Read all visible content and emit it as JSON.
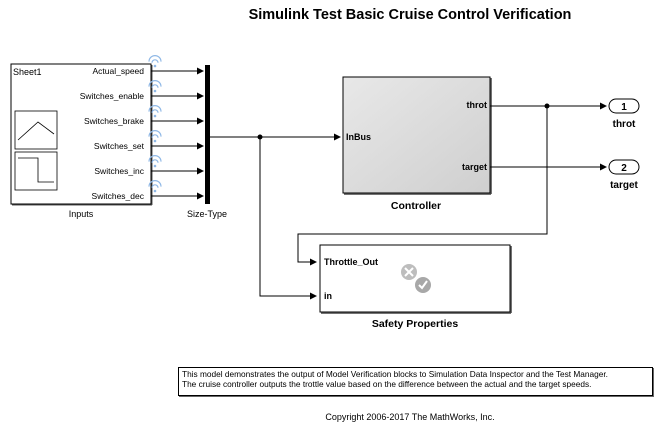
{
  "title": "Simulink Test Basic Cruise Control Verification",
  "inputs_block": {
    "sheet_label": "Sheet1",
    "name": "Inputs",
    "signals": [
      "Actual_speed",
      "Switches_enable",
      "Switches_brake",
      "Switches_set",
      "Switches_inc",
      "Switches_dec"
    ]
  },
  "bus_block": {
    "name": "Size-Type"
  },
  "controller_block": {
    "name": "Controller",
    "in_port": "InBus",
    "out_ports": [
      "throt",
      "target"
    ]
  },
  "outports": [
    {
      "number": "1",
      "label": "throt"
    },
    {
      "number": "2",
      "label": "target"
    }
  ],
  "safety_block": {
    "name": "Safety Properties",
    "in_ports": [
      "Throttle_Out",
      "in"
    ]
  },
  "annotation": {
    "lines": [
      "This model demonstrates the output of Model Verification blocks to Simulation Data Inspector and the Test Manager.",
      "The cruise controller outputs the trottle value based on the difference between the actual and the target speeds."
    ]
  },
  "copyright": "Copyright 2006-2017 The MathWorks, Inc.",
  "colors": {
    "controller_fill": "#dedede",
    "signal_icon": "#8fb8e6",
    "verify_icon": "#bdbdbd"
  }
}
